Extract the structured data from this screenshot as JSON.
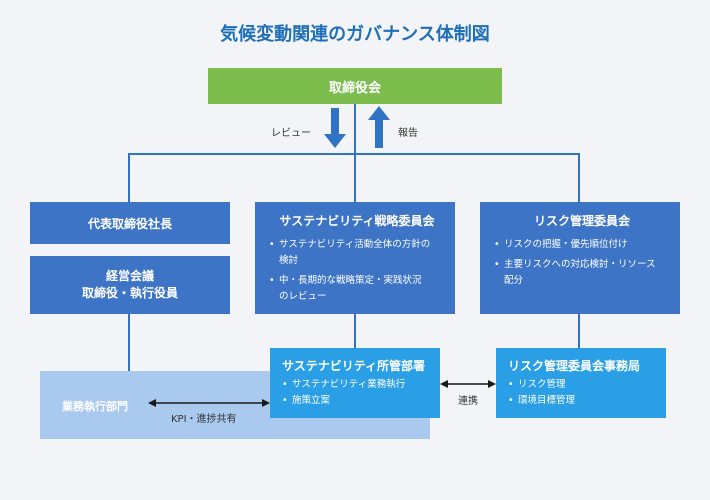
{
  "title": "気候変動関連のガバナンス体制図",
  "board": {
    "label": "取締役会"
  },
  "arrows": {
    "review_label": "レビュー",
    "report_label": "報告"
  },
  "left_column": {
    "ceo_label": "代表取締役社長",
    "management_line1": "経営会議",
    "management_line2": "取締役・執行役員"
  },
  "sustainability_committee": {
    "title": "サステナビリティ戦略委員会",
    "items": [
      "サステナビリティ活動全体の方針の\n検討",
      "中・長期的な戦略策定・実践状況\nのレビュー"
    ]
  },
  "risk_committee": {
    "title": "リスク管理委員会",
    "items": [
      "リスクの把握・優先順位付け",
      "主要リスクへの対応検討・リソース\n配分"
    ]
  },
  "sustainability_dept": {
    "title": "サステナビリティ所管部署",
    "items": [
      "サステナビリティ業務執行",
      "施策立案"
    ]
  },
  "risk_office": {
    "title": "リスク管理委員会事務局",
    "items": [
      "リスク管理",
      "環境目標管理"
    ]
  },
  "execution": {
    "label": "業務執行部門",
    "kpi_label": "KPI・進捗共有",
    "link_label": "連携"
  },
  "colors": {
    "title": "#1f6fb8",
    "board": "#7cbd4e",
    "committee": "#3d74c6",
    "department": "#2a9fe6",
    "execution_area": "#a9c9ef",
    "connector": "#2f73c4"
  }
}
